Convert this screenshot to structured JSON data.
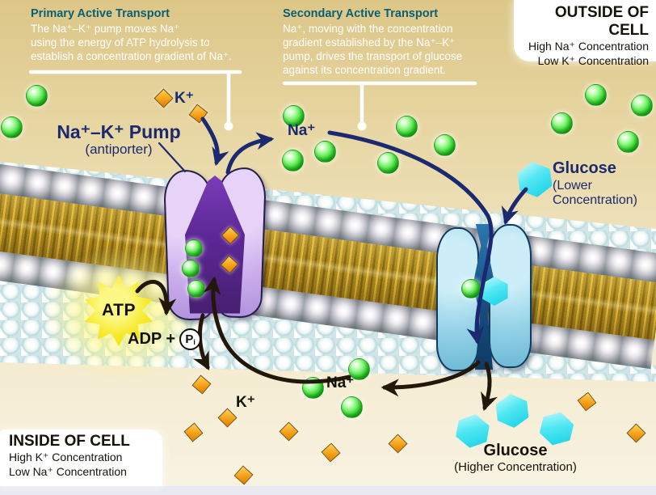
{
  "annotations": {
    "primary": {
      "title": "Primary Active Transport",
      "body": "The Na⁺–K⁺ pump moves Na⁺\nusing the energy of ATP hydrolysis to\nestablish a concentration gradient of Na⁺."
    },
    "secondary": {
      "title": "Secondary Active Transport",
      "body": "Na⁺, moving with the concentration\ngradient established by the Na⁺–K⁺\npump, drives the transport of glucose\nagainst its concentration gradient."
    }
  },
  "regions": {
    "outside": {
      "title": "OUTSIDE OF CELL",
      "line1": "High Na⁺ Concentration",
      "line2": "Low K⁺ Concentration"
    },
    "inside": {
      "title": "INSIDE OF CELL",
      "line1": "High K⁺ Concentration",
      "line2": "Low Na⁺ Concentration"
    }
  },
  "labels": {
    "pump_name": "Na⁺–K⁺ Pump",
    "pump_type": "(antiporter)",
    "potassium_outside": "K⁺",
    "sodium_outside": "Na⁺",
    "glucose_outside_name": "Glucose",
    "glucose_outside_sub1": "(Lower",
    "glucose_outside_sub2": "Concentration)",
    "atp": "ATP",
    "adp_plus": "ADP +",
    "pi_letter": "P",
    "pi_subscript": "i",
    "potassium_inside": "K⁺",
    "sodium_inside": "Na⁺",
    "glucose_inside_name": "Glucose",
    "glucose_inside_sub": "(Higher Concentration)"
  },
  "molecule_key": {
    "sodium_ion": "green-sphere",
    "potassium_ion": "orange-diamond",
    "glucose_molecule": "cyan-hexagon",
    "atp_energy": "yellow-starburst"
  },
  "colors": {
    "annotation_title": "#0b5f73",
    "annotation_body": "#ffffff",
    "label_navy": "#1b2a70",
    "label_black": "#15120a",
    "sodium_green": "#2ed32a",
    "potassium_orange": "#f6a117",
    "glucose_cyan": "#35dcec",
    "pump_lavender": "#cbaeec",
    "pump_core_purple": "#5b2794",
    "transporter_blue": "#96d4e8",
    "transporter_core": "#174d80",
    "membrane_olive": "#a8861c",
    "atp_yellow": "#f6e71f"
  }
}
